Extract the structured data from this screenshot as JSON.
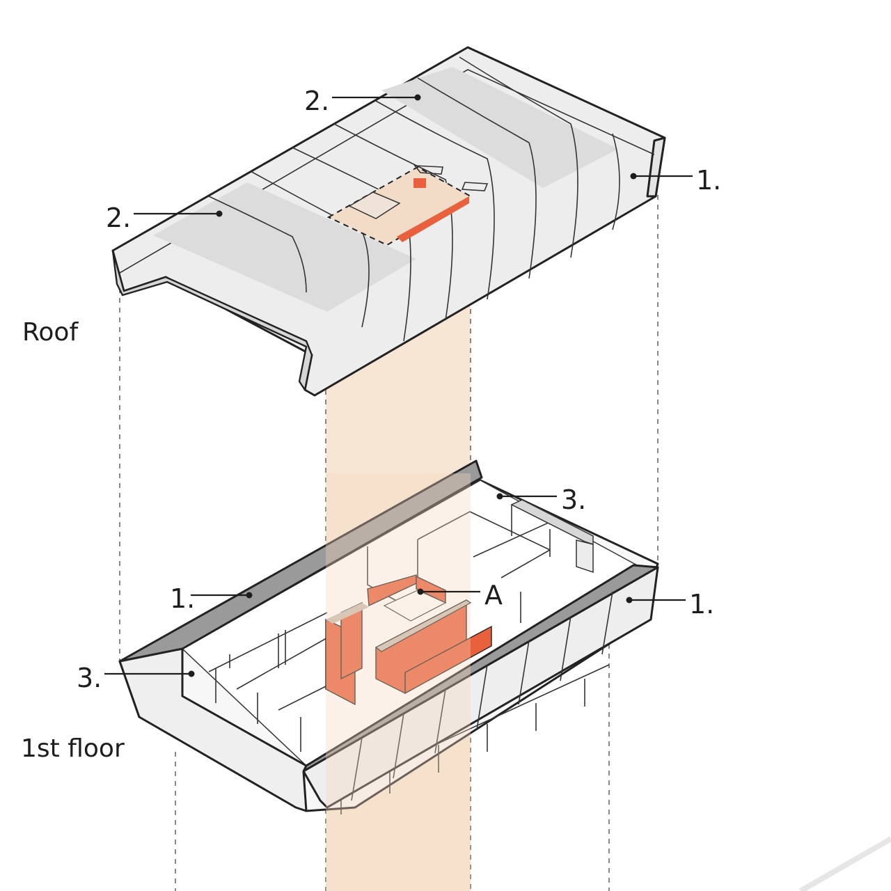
{
  "levels": {
    "roof": "Roof",
    "first_floor": "1st floor"
  },
  "callouts": {
    "roof_1": "1.",
    "roof_2_top": "2.",
    "roof_2_left": "2.",
    "floor_1_left": "1.",
    "floor_1_right": "1.",
    "floor_3_top": "3.",
    "floor_3_left": "3.",
    "floor_a": "A"
  },
  "colors": {
    "core_highlight": "#e8603c",
    "vertical_band": "#f8e6d5",
    "roof_surface": "#ececec",
    "roof_panel": "#dcdcdc",
    "floor_edge": "#9a9a9a"
  }
}
